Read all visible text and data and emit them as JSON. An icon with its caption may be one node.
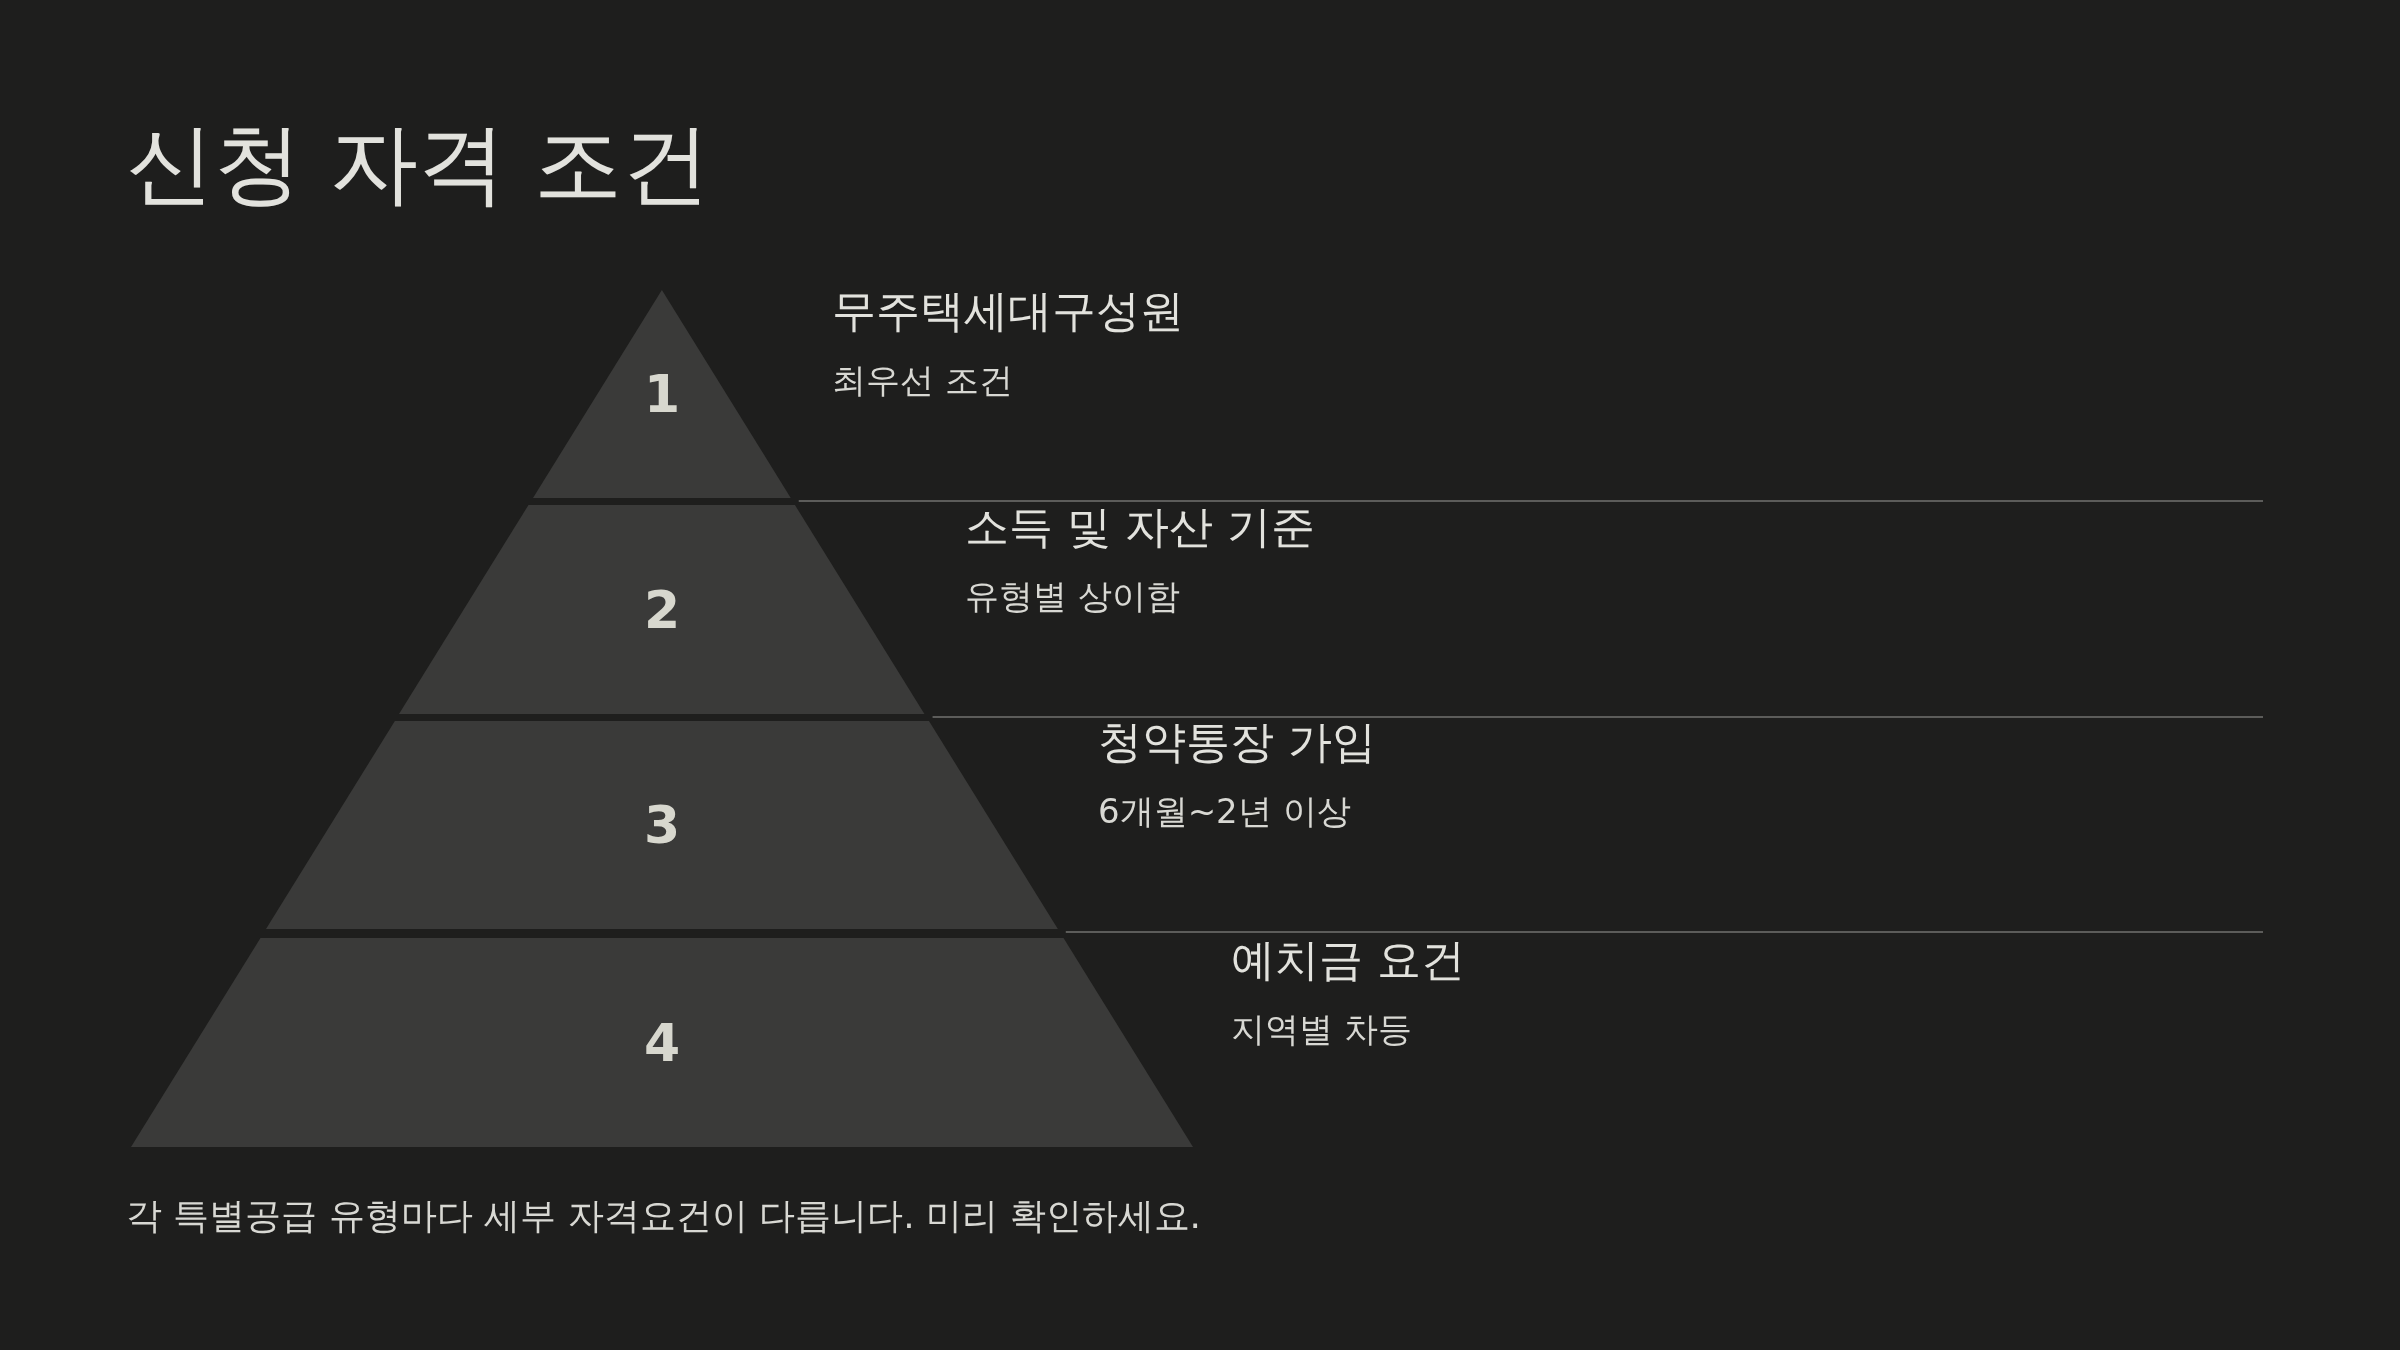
{
  "diagram": {
    "title": "신청 자격 조건",
    "nodes": [
      {
        "text": [
          "1"
        ],
        "beside": [
          "무주택세대구성원",
          "최우선 조건"
        ]
      },
      {
        "text": [
          "2"
        ],
        "beside": [
          "소득 및 자산 기준",
          "유형별 상이함"
        ]
      },
      {
        "text": [
          "3"
        ],
        "beside": [
          "청약통장 가입",
          "6개월~2년 이상"
        ]
      },
      {
        "text": [
          "4"
        ],
        "beside": [
          "예치금 요건",
          "지역별 차등"
        ]
      }
    ],
    "caption": "각 특별공급 유형마다 세부 자격요건이 다릅니다. 미리 확인하세요."
  }
}
